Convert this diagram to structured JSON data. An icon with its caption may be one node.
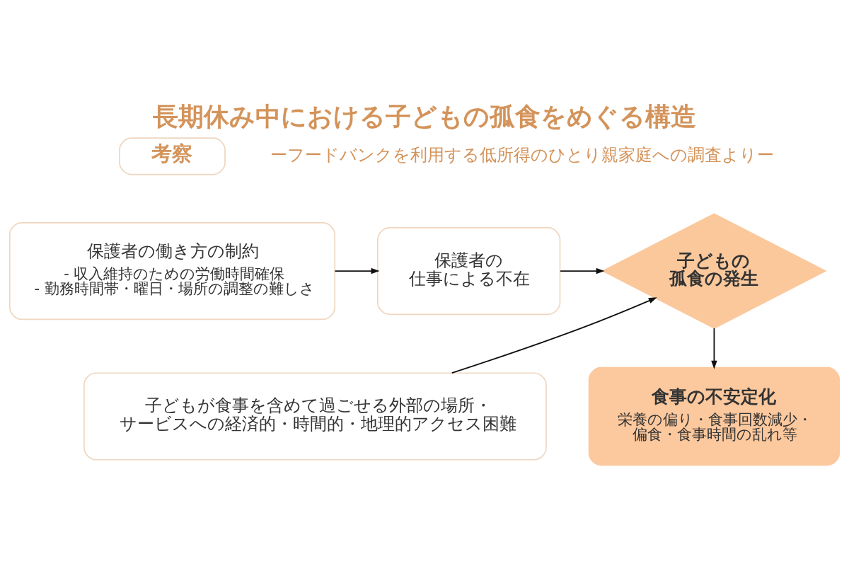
{
  "diagram": {
    "title": "長期休み中における子どもの孤食をめぐる構造",
    "nodes": [
      {
        "text": [
          "考察"
        ]
      },
      {
        "text": [
          "保護者の働き方の制約",
          "- 収入維持のための労働時間確保",
          "- 勤務時間帯・曜日・場所の調整の難しさ"
        ]
      },
      {
        "text": [
          "保護者の仕事による不在"
        ]
      },
      {
        "text": [
          "子どもの孤食の発生"
        ]
      },
      {
        "text": [
          "子どもが食事を含めて過ごせる外部の場所・サービスへの経済的・時間的・地理的アクセス困難"
        ]
      },
      {
        "text": [
          "食事の不安定化",
          "栄養の偏り・食事回数減少・偏食・食事時間の乱れ等"
        ]
      }
    ],
    "edges": [
      {
        "from": 1,
        "to": 2,
        "arrow": "to"
      },
      {
        "from": 2,
        "to": 3,
        "arrow": "to"
      },
      {
        "from": 4,
        "to": 3,
        "arrow": "to"
      },
      {
        "from": 3,
        "to": 5,
        "arrow": "to"
      }
    ],
    "labels": [
      "ーフードバンクを利用する低所得のひとり親家庭への調査よりー"
    ]
  }
}
